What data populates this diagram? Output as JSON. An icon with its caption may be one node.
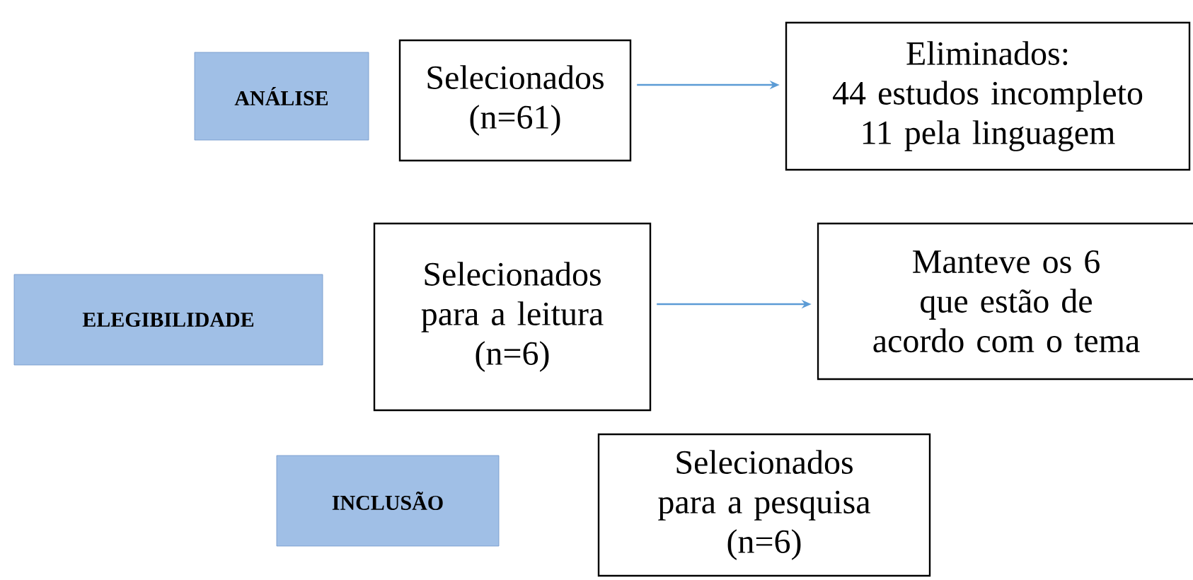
{
  "diagram": {
    "nodes": [
      {
        "text": [
          "ANÁLISE"
        ]
      },
      {
        "text": [
          "Selecionados (n=61)"
        ]
      },
      {
        "text": [
          "Eliminados:",
          "44 estudos incompleto",
          "11 pela linguagem"
        ]
      },
      {
        "text": [
          "ELEGIBILIDADE"
        ]
      },
      {
        "text": [
          "Selecionados para a leitura (n=6)"
        ]
      },
      {
        "text": [
          "Manteve os 6",
          "que estão de acordo com o tema"
        ]
      },
      {
        "text": [
          "INCLUSÃO"
        ]
      },
      {
        "text": [
          "Selecionados para a pesquisa",
          "(n=6)"
        ]
      }
    ],
    "edges": [
      {
        "from": 1,
        "to": 2,
        "arrow": "to"
      },
      {
        "from": 4,
        "to": 5,
        "arrow": "to"
      }
    ]
  }
}
